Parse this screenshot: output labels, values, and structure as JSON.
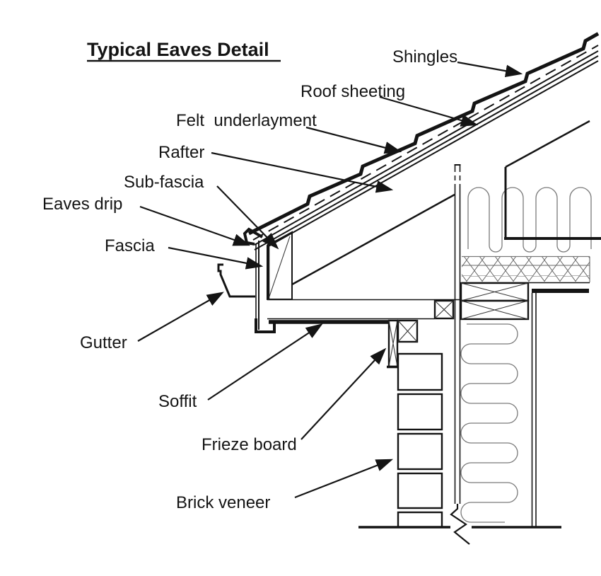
{
  "diagram": {
    "title": "Typical Eaves Detail",
    "labels": {
      "shingles": "Shingles",
      "roof_sheeting": "Roof sheeting",
      "felt_underlayment": "Felt  underlayment",
      "rafter": "Rafter",
      "sub_fascia": "Sub-fascia",
      "eaves_drip": "Eaves drip",
      "fascia": "Fascia",
      "gutter": "Gutter",
      "soffit": "Soffit",
      "frieze_board": "Frieze board",
      "brick_veneer": "Brick veneer"
    },
    "colors": {
      "line": "#141414",
      "hatch": "#555555",
      "insulation": "#7a7a7a",
      "background": "#ffffff"
    }
  }
}
